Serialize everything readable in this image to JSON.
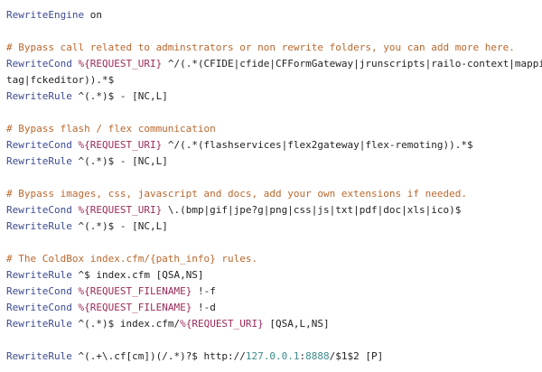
{
  "editor": {
    "lines": [
      {
        "id": "l1",
        "tokens": [
          {
            "t": "kw",
            "v": "RewriteEngine"
          },
          {
            "t": "pl",
            "v": " on"
          }
        ]
      },
      {
        "id": "l2",
        "tokens": []
      },
      {
        "id": "l3",
        "tokens": [
          {
            "t": "cm",
            "v": "# Bypass call related to adminstrators or non rewrite folders, you can add more here."
          }
        ]
      },
      {
        "id": "l4",
        "tokens": [
          {
            "t": "kw",
            "v": "RewriteCond"
          },
          {
            "t": "pl",
            "v": " "
          },
          {
            "t": "var",
            "v": "%{REQUEST_URI}"
          },
          {
            "t": "pl",
            "v": " ^/(.*(CFIDE|cfide|CFFormGateway|jrunscripts|railo-context|mapping-"
          }
        ]
      },
      {
        "id": "l5",
        "tokens": [
          {
            "t": "pl",
            "v": "tag|fckeditor)).*$"
          }
        ]
      },
      {
        "id": "l6",
        "tokens": [
          {
            "t": "kw",
            "v": "RewriteRule"
          },
          {
            "t": "pl",
            "v": " ^(.*)$ - [NC,L]"
          }
        ]
      },
      {
        "id": "l7",
        "tokens": []
      },
      {
        "id": "l8",
        "tokens": [
          {
            "t": "cm",
            "v": "# Bypass flash / flex communication"
          }
        ]
      },
      {
        "id": "l9",
        "tokens": [
          {
            "t": "kw",
            "v": "RewriteCond"
          },
          {
            "t": "pl",
            "v": " "
          },
          {
            "t": "var",
            "v": "%{REQUEST_URI}"
          },
          {
            "t": "pl",
            "v": " ^/(.*(flashservices|flex2gateway|flex-remoting)).*$"
          }
        ]
      },
      {
        "id": "l10",
        "tokens": [
          {
            "t": "kw",
            "v": "RewriteRule"
          },
          {
            "t": "pl",
            "v": " ^(.*)$ - [NC,L]"
          }
        ]
      },
      {
        "id": "l11",
        "tokens": []
      },
      {
        "id": "l12",
        "tokens": [
          {
            "t": "cm",
            "v": "# Bypass images, css, javascript and docs, add your own extensions if needed."
          }
        ]
      },
      {
        "id": "l13",
        "tokens": [
          {
            "t": "kw",
            "v": "RewriteCond"
          },
          {
            "t": "pl",
            "v": " "
          },
          {
            "t": "var",
            "v": "%{REQUEST_URI}"
          },
          {
            "t": "pl",
            "v": " \\.(bmp|gif|jpe?g|png|css|js|txt|pdf|doc|xls|ico)$"
          }
        ]
      },
      {
        "id": "l14",
        "tokens": [
          {
            "t": "kw",
            "v": "RewriteRule"
          },
          {
            "t": "pl",
            "v": " ^(.*)$ - [NC,L]"
          }
        ]
      },
      {
        "id": "l15",
        "tokens": []
      },
      {
        "id": "l16",
        "tokens": [
          {
            "t": "cm",
            "v": "# The ColdBox index.cfm/{path_info} rules."
          }
        ]
      },
      {
        "id": "l17",
        "tokens": [
          {
            "t": "kw",
            "v": "RewriteRule"
          },
          {
            "t": "pl",
            "v": " ^$ index.cfm [QSA,NS]"
          }
        ]
      },
      {
        "id": "l18",
        "tokens": [
          {
            "t": "kw",
            "v": "RewriteCond"
          },
          {
            "t": "pl",
            "v": " "
          },
          {
            "t": "var",
            "v": "%{REQUEST_FILENAME}"
          },
          {
            "t": "pl",
            "v": " !-f"
          }
        ]
      },
      {
        "id": "l19",
        "tokens": [
          {
            "t": "kw",
            "v": "RewriteCond"
          },
          {
            "t": "pl",
            "v": " "
          },
          {
            "t": "var",
            "v": "%{REQUEST_FILENAME}"
          },
          {
            "t": "pl",
            "v": " !-d"
          }
        ]
      },
      {
        "id": "l20",
        "tokens": [
          {
            "t": "kw",
            "v": "RewriteRule"
          },
          {
            "t": "pl",
            "v": " ^(.*)$ index.cfm/"
          },
          {
            "t": "var",
            "v": "%{REQUEST_URI}"
          },
          {
            "t": "pl",
            "v": " [QSA,L,NS]"
          }
        ]
      },
      {
        "id": "l21",
        "tokens": []
      },
      {
        "id": "l22",
        "tokens": [
          {
            "t": "kw",
            "v": "RewriteRule"
          },
          {
            "t": "pl",
            "v": " ^(.+\\.cf[cm])(/.*)?$ http://"
          },
          {
            "t": "num",
            "v": "127.0.0.1"
          },
          {
            "t": "pl",
            "v": ":"
          },
          {
            "t": "num",
            "v": "8888"
          },
          {
            "t": "pl",
            "v": "/$1$2 [P]"
          }
        ]
      }
    ]
  },
  "colors": {
    "keyword": "#3b4a8f",
    "comment": "#b8682f",
    "variable": "#9a2a5a",
    "number": "#3b8a8a",
    "text": "#222222",
    "background": "#ffffff"
  }
}
